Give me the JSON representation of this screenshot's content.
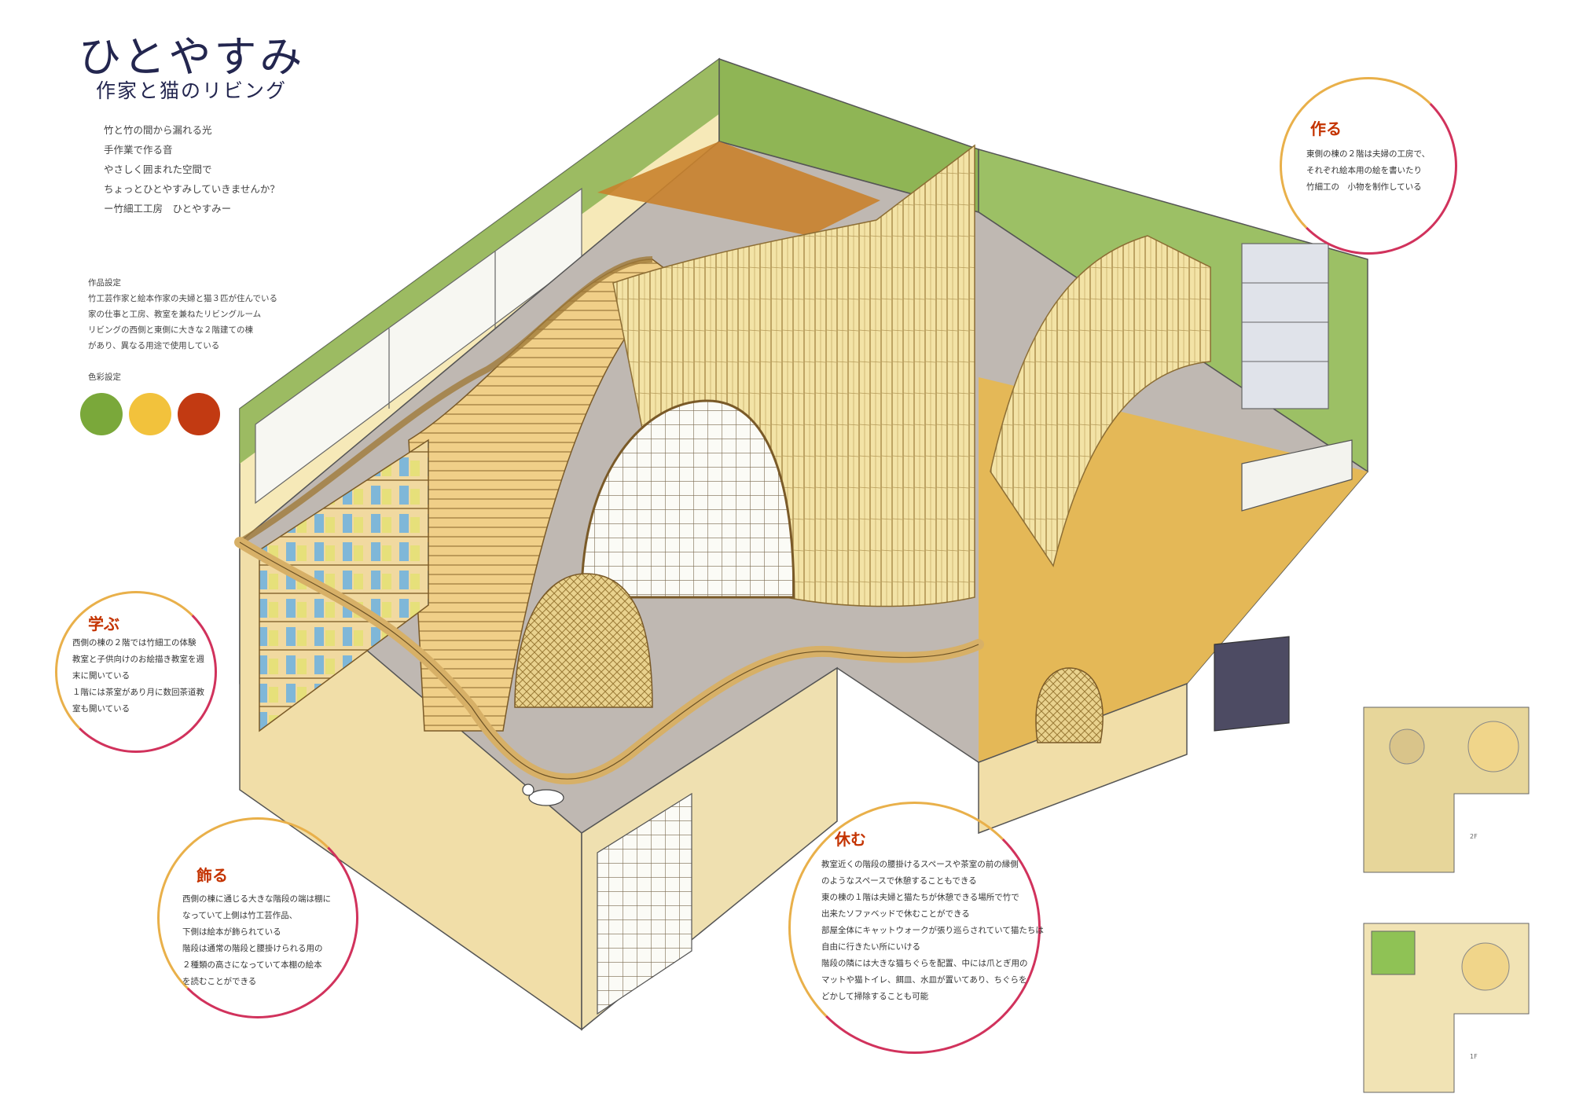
{
  "header": {
    "title": "ひとやすみ",
    "subtitle": "作家と猫のリビング"
  },
  "poem": [
    "竹と竹の間から漏れる光",
    "手作業で作る音",
    "やさしく囲まれた空間で",
    "ちょっとひとやすみしていきませんか？",
    "ー竹細工工房　ひとやすみー"
  ],
  "settings": {
    "heading": "作品設定",
    "lines": [
      "竹工芸作家と絵本作家の夫婦と猫３匹が住んでいる",
      "家の仕事と工房、教室を兼ねたリビングルーム",
      "リビングの西側と東側に大きな２階建ての棟",
      "があり、異なる用途で使用している"
    ]
  },
  "color_settings": {
    "heading": "色彩設定",
    "colors": [
      "#7aa83a",
      "#f2c23c",
      "#c23a12"
    ]
  },
  "bubbles": {
    "make": {
      "title": "作る",
      "lines": [
        "東側の棟の２階は夫婦の工房で、",
        "それぞれ絵本用の絵を書いたり",
        "竹細工の　小物を制作している"
      ]
    },
    "learn": {
      "title": "学ぶ",
      "lines": [
        "西側の棟の２階では竹細工の体験",
        "教室と子供向けのお絵描き教室を週",
        "末に開いている",
        "１階には茶室があり月に数回茶道教",
        "室も開いている"
      ]
    },
    "decorate": {
      "title": "飾る",
      "lines": [
        "西側の棟に通じる大きな階段の端は棚に",
        "なっていて上側は竹工芸作品、",
        "下側は絵本が飾られている",
        "階段は通常の階段と腰掛けられる用の",
        "２種類の高さになっていて本棚の絵本",
        "を読むことができる"
      ]
    },
    "rest": {
      "title": "休む",
      "lines": [
        "教室近くの階段の腰掛けるスペースや茶室の前の縁側",
        "のようなスペースで休憩することもできる",
        "東の棟の１階は夫婦と猫たちが休憩できる場所で竹で",
        "出来たソファベッドで休むことができる",
        "部屋全体にキャットウォークが張り巡らされていて猫たちは",
        "自由に行きたい所にいける",
        "階段の隣には大きな猫ちぐらを配置、中には爪とぎ用の",
        "マットや猫トイレ、餌皿、水皿が置いてあり、ちぐらを",
        "どかして掃除することも可能"
      ]
    }
  },
  "plans": {
    "upper_label": "2F",
    "lower_label": "1F"
  }
}
